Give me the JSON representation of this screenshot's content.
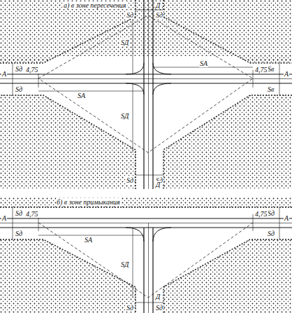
{
  "diagram": {
    "labels": [
      "а) в зоне пересечения",
      "Д",
      "А",
      "А",
      "Sд",
      "Sд",
      "Sв",
      "Sв",
      "Sд",
      "Sд",
      "4,75",
      "SА",
      "SА",
      "SД",
      "SД",
      "4,75",
      "Sд",
      "Sд",
      "Д",
      "б) в зоне примыкания",
      "А",
      "А",
      "Sд",
      "Sд",
      "Sд",
      "Sд",
      "4,75",
      "4,75",
      "SА",
      "SД",
      "Sд",
      "Sд",
      "Д"
    ]
  }
}
